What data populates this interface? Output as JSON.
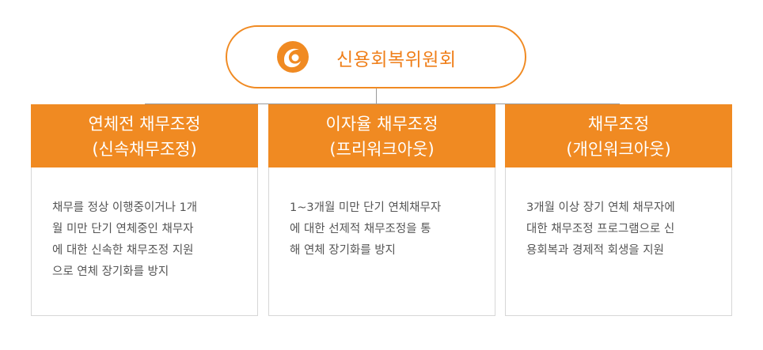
{
  "top": {
    "title": "신용회복위원회",
    "logo_icon": "credit-recovery-committee-logo-icon"
  },
  "colors": {
    "accent": "#f08a22",
    "title_text": "#ef7f1a",
    "body_text": "#555555",
    "card_border": "#d7d7d7",
    "connector": "#9a9a9a"
  },
  "cards": [
    {
      "title_line1": "연체전 채무조정",
      "title_line2": "(신속채무조정)",
      "body_lines": [
        "채무를 정상 이행중이거나 1개",
        "월 미만 단기 연체중인 채무자",
        "에 대한 신속한 채무조정 지원",
        "으로 연체 장기화를 방지"
      ]
    },
    {
      "title_line1": "이자율 채무조정",
      "title_line2": "(프리워크아웃)",
      "body_lines": [
        "1~3개월 미만 단기 연체채무자",
        "에 대한 선제적 채무조정을 통",
        "해 연체 장기화를 방지"
      ]
    },
    {
      "title_line1": "채무조정",
      "title_line2": "(개인워크아웃)",
      "body_lines": [
        "3개월 이상 장기 연체 채무자에",
        "대한 채무조정 프로그램으로 신",
        "용회복과 경제적 회생을 지원"
      ]
    }
  ]
}
